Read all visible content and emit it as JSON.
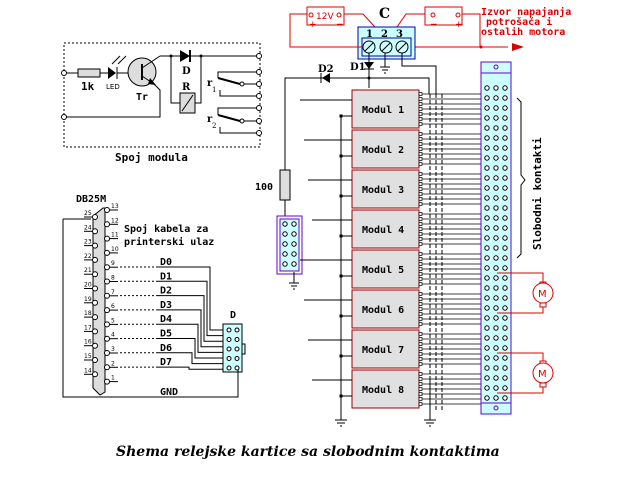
{
  "caption": "Shema relejske kartice sa slobodnim kontaktima",
  "module_schematic": {
    "title": "Spoj modula",
    "resistor": "1k",
    "led": "LED",
    "transistor": "Tr",
    "diode": "D",
    "relay": "R",
    "contact1": "r",
    "contact1_sub": "1",
    "contact2": "r",
    "contact2_sub": "2"
  },
  "db25": {
    "title": "DB25M",
    "subtitle_line1": "Spoj kabela za",
    "subtitle_line2": "printerski ulaz",
    "pins_top": [
      "13",
      "12",
      "11",
      "10",
      "9",
      "8",
      "7",
      "6",
      "5",
      "4",
      "3",
      "2",
      "1"
    ],
    "pins_bottom": [
      "25",
      "24",
      "23",
      "22",
      "21",
      "20",
      "19",
      "18",
      "17",
      "16",
      "15",
      "14"
    ],
    "signals": [
      "D0",
      "D1",
      "D2",
      "D3",
      "D4",
      "D5",
      "D6",
      "D7"
    ],
    "gnd": "GND",
    "connector": "D"
  },
  "power": {
    "connector": "C",
    "terminals": [
      "1",
      "2",
      "3"
    ],
    "supply_12v": "12V",
    "plus": "+",
    "minus": "−",
    "external_label": [
      "Izvor napajanja",
      "potrošača i",
      "ostalih motora"
    ],
    "d1": "D1",
    "d2": "D2",
    "resistor": "100"
  },
  "modules": [
    "Modul 1",
    "Modul 2",
    "Modul 3",
    "Modul 4",
    "Modul 5",
    "Modul 6",
    "Modul 7",
    "Modul 8"
  ],
  "contacts_label": "Slobodni kontakti",
  "motor": "M",
  "colors": {
    "wire": "#000000",
    "red": "#dd0000",
    "module_fill": "#e0e0e0",
    "module_border": "#a00000",
    "connector_fill": "#ccffff",
    "connector_border": "#6600cc",
    "terminal_border": "#0000aa"
  }
}
